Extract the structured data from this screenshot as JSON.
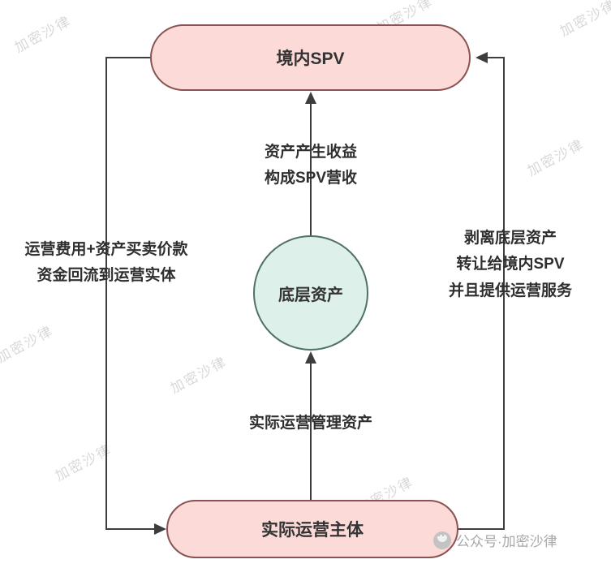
{
  "watermark": {
    "text": "加密沙律"
  },
  "footer": {
    "label": "公众号·加密沙律",
    "icon": "wechat-account-logo"
  },
  "diagram": {
    "nodes": {
      "spv": {
        "label": "境内SPV",
        "shape": "pill",
        "fill": "#fbdad8",
        "border": "#8a5252"
      },
      "asset": {
        "label": "底层资产",
        "shape": "circle",
        "fill": "#ddf0e9",
        "border": "#50706a"
      },
      "operator": {
        "label": "实际运营主体",
        "shape": "pill",
        "fill": "#fbdad8",
        "border": "#8a5252"
      }
    },
    "edges": [
      {
        "id": "asset-to-spv",
        "from": "asset",
        "to": "spv",
        "label": "资产产生收益\n构成SPV营收"
      },
      {
        "id": "operator-to-asset",
        "from": "operator",
        "to": "asset",
        "label": "实际运营管理资产"
      },
      {
        "id": "spv-to-operator",
        "from": "spv",
        "to": "operator",
        "label": "运营费用+资产买卖价款\n资金回流到运营实体"
      },
      {
        "id": "operator-to-spv",
        "from": "operator",
        "to": "spv",
        "label": "剥离底层资产\n转让给境内SPV\n并且提供运营服务"
      }
    ],
    "line_color": "#3d3d3d",
    "text_color": "#333333"
  }
}
